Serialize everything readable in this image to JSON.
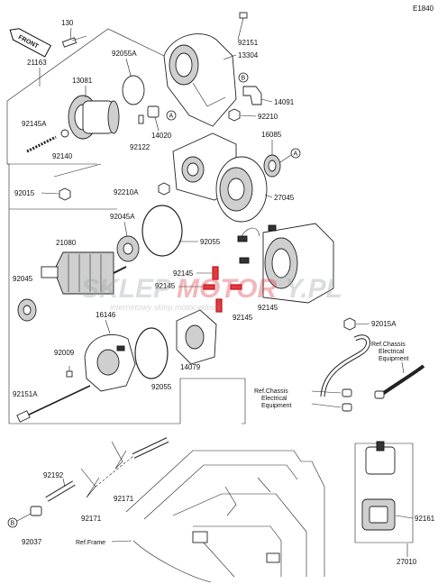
{
  "diagram_id": "E1840",
  "front_label": "FRONT",
  "watermark": {
    "brand_main": "SKLEP",
    "brand_mid": "MOTOR",
    "brand_suffix": "Y.PL",
    "tagline": "internetowy sklep motocyklowy"
  },
  "parts": {
    "p130": "130",
    "p21163": "21163",
    "p13081": "13081",
    "p92055A": "92055A",
    "p92151": "92151",
    "p13304": "13304",
    "p14091": "14091",
    "p92210": "92210",
    "p92145A": "92145A",
    "p14020": "14020",
    "p92122": "92122",
    "p92140": "92140",
    "p16085": "16085",
    "p92015": "92015",
    "p92210A": "92210A",
    "p27045": "27045",
    "p92045A": "92045A",
    "p21080": "21080",
    "p92055a": "92055",
    "p92145a": "92145",
    "p92145b": "92145",
    "p92145c": "92145",
    "p92145d": "92145",
    "p92045": "92045",
    "p16146": "16146",
    "p92009": "92009",
    "p14079": "14079",
    "p92055b": "92055",
    "p92151A": "92151A",
    "p92015A": "92015A",
    "p92192": "92192",
    "p92171a": "92171",
    "p92171b": "92171",
    "p92037": "92037",
    "p92161": "92161",
    "p27010": "27010"
  },
  "refs": {
    "chassis_top_1": "Ref.Chassis",
    "chassis_top_2": "Electrical",
    "chassis_top_3": "Equipment",
    "chassis_mid_1": "Ref.Chassis",
    "chassis_mid_2": "Electrical",
    "chassis_mid_3": "Equipment",
    "frame": "Ref.Frame"
  },
  "callouts": {
    "a1": "A",
    "a2": "A",
    "b1": "B",
    "b2": "B"
  }
}
